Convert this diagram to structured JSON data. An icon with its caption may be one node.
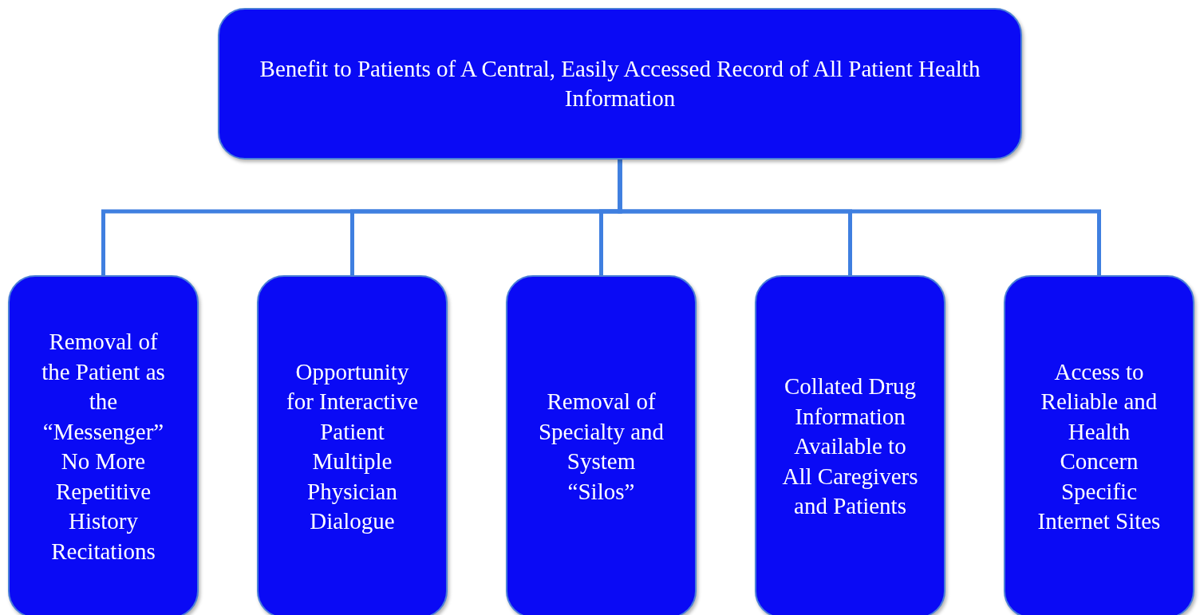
{
  "diagram": {
    "nodes": [
      {
        "text": [
          "Benefit to Patients of A Central, Easily Accessed Record of All Patient Health Information"
        ]
      },
      {
        "text": [
          "Removal of the Patient as the “Messenger” No More Repetitive History Recitations"
        ]
      },
      {
        "text": [
          "Opportunity for Interactive Patient Multiple Physician Dialogue"
        ]
      },
      {
        "text": [
          "Removal of Specialty and System “Silos”"
        ]
      },
      {
        "text": [
          "Collated Drug Information Available to All Caregivers and Patients"
        ]
      },
      {
        "text": [
          "Access to Reliable and Health Concern Specific Internet Sites"
        ]
      }
    ],
    "edges": [
      {
        "from": 0,
        "to": 1,
        "arrow": "none"
      },
      {
        "from": 0,
        "to": 2,
        "arrow": "none"
      },
      {
        "from": 0,
        "to": 3,
        "arrow": "none"
      },
      {
        "from": 0,
        "to": 4,
        "arrow": "none"
      },
      {
        "from": 0,
        "to": 5,
        "arrow": "none"
      }
    ]
  }
}
